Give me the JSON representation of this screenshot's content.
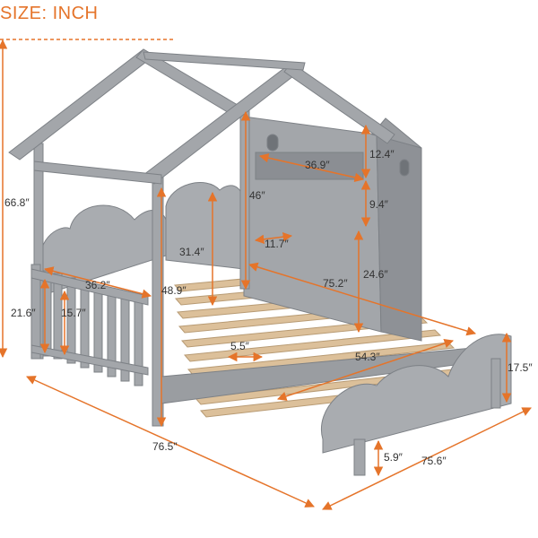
{
  "header": {
    "size_label": "SIZE: INCH"
  },
  "colors": {
    "accent": "#e5742a",
    "frame": "#9fa2a6",
    "frame_dark": "#7d8186",
    "slat": "#dcc09a",
    "text": "#333333"
  },
  "dimensions": {
    "overall_height": "66.8″",
    "fence_height": "21.6″",
    "fence_gap": "15.7″",
    "inner_width": "36.2″",
    "post_height": "48.9″",
    "roof_clearance": "31.4″",
    "shelf_width": "36.9″",
    "shelf_height": "12.4″",
    "shelf_lower": "9.4″",
    "shelf_length": "46″",
    "shelf_depth": "11.7″",
    "panel_height": "24.6″",
    "inner_length": "75.2″",
    "slat_gap": "5.5″",
    "slat_length": "54.3″",
    "footboard_height": "17.5″",
    "leg_height": "5.9″",
    "overall_width": "76.5″",
    "overall_length": "75.6″"
  }
}
